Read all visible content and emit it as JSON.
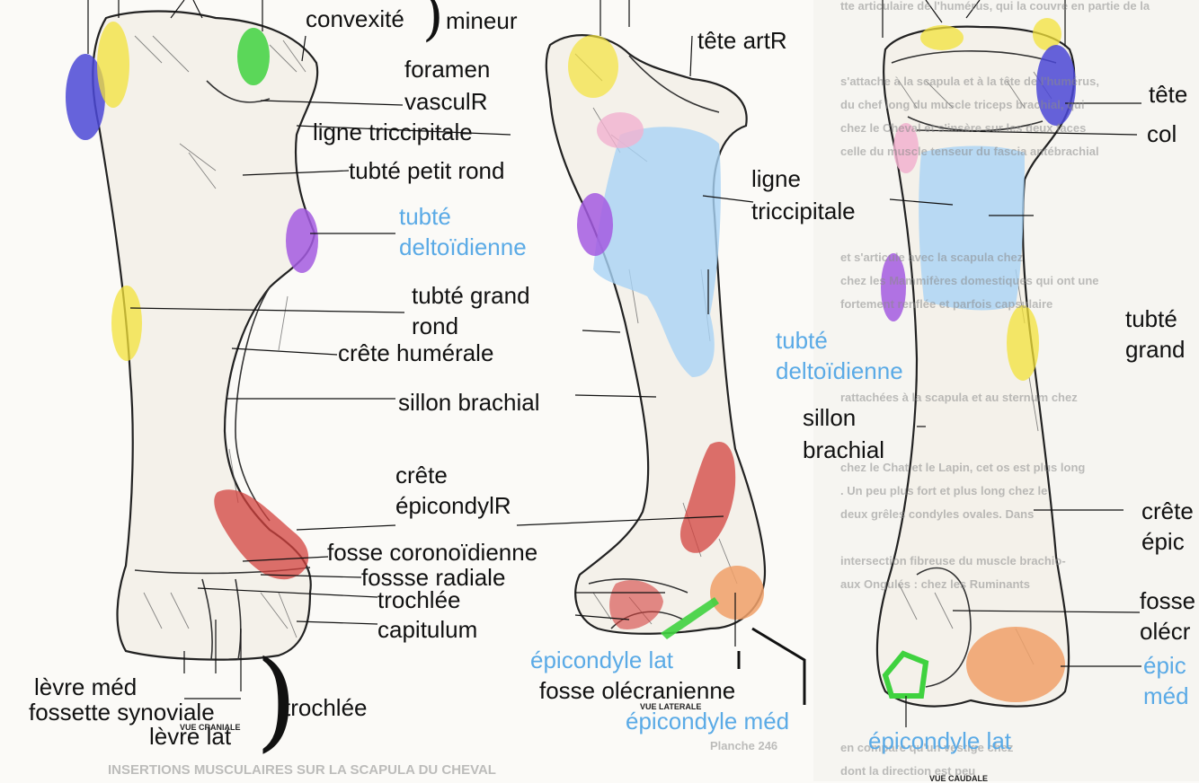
{
  "colors": {
    "yellow": "#f3e23a",
    "green": "#3fd23f",
    "blue_violet": "#4b48d6",
    "purple": "#a35be0",
    "red": "#d3413e",
    "orange": "#f0a069",
    "light_blue": "#a9d3f5",
    "pink": "#f1b2cf",
    "label_blue": "#5aaae6"
  },
  "view1": {
    "labels": {
      "convexite": "convexité",
      "mineur": "mineur",
      "foramen": "foramen",
      "vasculr": "vasculR",
      "ligne_triccipitale": "ligne triccipitale",
      "tubte_petit_rond": "tubté petit rond",
      "tubte_deltoidienne_1": "tubté",
      "tubte_deltoidienne_2": "deltoïdienne",
      "tubte_grand_rond_1": "tubté grand",
      "tubte_grand_rond_2": "rond",
      "crete_humerale": "crête humérale",
      "sillon_brachial": "sillon brachial",
      "crete_epicondylr_1": "crête",
      "crete_epicondylr_2": "épicondylR",
      "fosse_coronoidienne": "fosse coronoïdienne",
      "fossse_radiale": "fossse radiale",
      "trochlee": "trochlée",
      "capitulum": "capitulum",
      "levre_med": "lèvre méd",
      "fossette_synoviale": "fossette synoviale",
      "levre_lat": "lèvre lat",
      "trochlee_2": "trochlée",
      "vue": "VUE CRANIALE"
    }
  },
  "view2": {
    "labels": {
      "tete_artr": "tête artR",
      "ligne_triccipitale_1": "ligne",
      "ligne_triccipitale_2": "triccipitale",
      "epicondyle_lat": "épicondyle lat",
      "fosse_olecranienne": "fosse olécranienne",
      "epicondyle_med": "épicondyle méd",
      "vue": "VUE LATERALE"
    }
  },
  "view3": {
    "labels": {
      "tete": "tête",
      "col": "col",
      "tubte_deltoidienne_1": "tubté",
      "tubte_deltoidienne_2": "deltoïdienne",
      "tubte_grand_1": "tubté",
      "tubte_grand_2": "grand",
      "sillon_brachial_1": "sillon",
      "sillon_brachial_2": "brachial",
      "crete_1": "crête",
      "crete_2": "épic",
      "fosse_1": "fosse",
      "fosse_2": "olécr",
      "epicondyle_1": "épic",
      "epicondyle_2": "méd",
      "epicondyle_lat": "épicondyle lat",
      "vue": "VUE CAUDALE"
    }
  },
  "footer": {
    "caption": "INSERTIONS MUSCULAIRES SUR LA SCAPULA DU CHEVAL",
    "planche": "Planche 246"
  }
}
